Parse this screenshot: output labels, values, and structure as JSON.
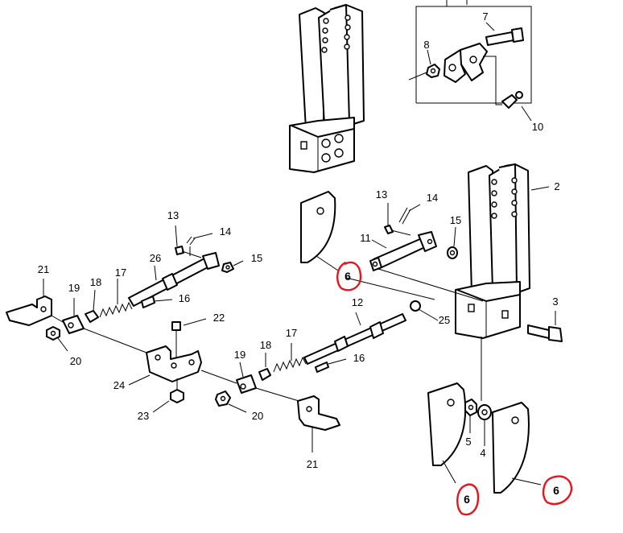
{
  "callouts": {
    "c1_2": "2",
    "c1_3": "3",
    "c1_4": "4",
    "c1_5": "5",
    "c1_7": "7",
    "c1_8": "8",
    "c1_10": "10",
    "c1_11": "11",
    "c1_12": "12",
    "c1_13a": "13",
    "c1_13b": "13",
    "c1_14a": "14",
    "c1_14b": "14",
    "c1_15a": "15",
    "c1_15b": "15",
    "c1_16a": "16",
    "c1_16b": "16",
    "c1_17a": "17",
    "c1_17b": "17",
    "c1_18a": "18",
    "c1_18b": "18",
    "c1_19a": "19",
    "c1_19b": "19",
    "c1_20a": "20",
    "c1_20b": "20",
    "c1_21a": "21",
    "c1_21b": "21",
    "c1_22": "22",
    "c1_23": "23",
    "c1_24": "24",
    "c1_25": "25",
    "c1_26": "26"
  },
  "highlighted": {
    "six_a": "6",
    "six_b": "6",
    "six_c": "6"
  },
  "colors": {
    "highlight": "#e8141c",
    "ink": "#000000",
    "paper": "#ffffff"
  }
}
